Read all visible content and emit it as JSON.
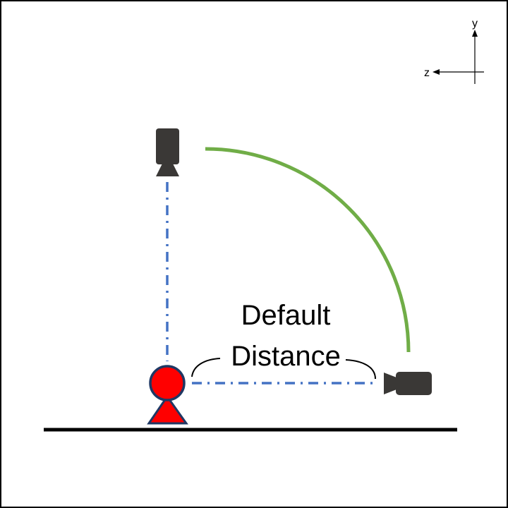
{
  "labels": {
    "line1": "Default",
    "line2": "Distance"
  },
  "axes": {
    "vertical": "y",
    "horizontal": "z"
  },
  "colors": {
    "arc": "#70ad47",
    "dash": "#4472c4",
    "camera": "#3a3836",
    "person_fill": "#ff0000",
    "person_stroke": "#1f3864",
    "ground": "#000000"
  }
}
